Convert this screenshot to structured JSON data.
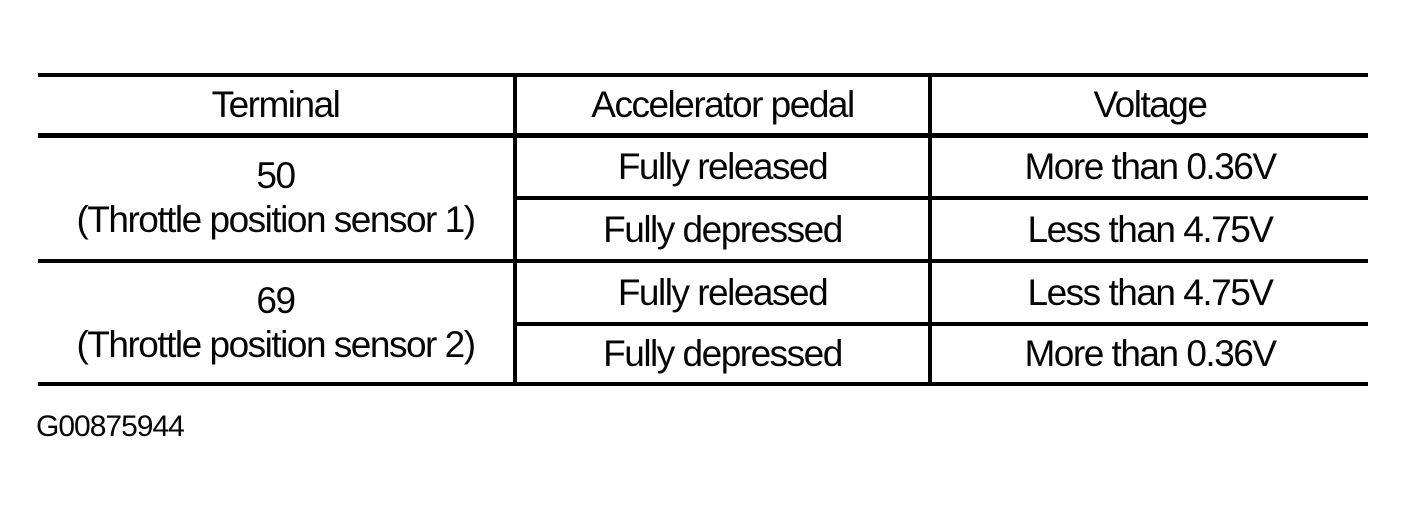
{
  "figure_caption": "G00875944",
  "colors": {
    "ink": "#000000",
    "paper": "#ffffff"
  },
  "table": {
    "headers": [
      "Terminal",
      "Accelerator pedal",
      "Voltage"
    ],
    "groups": [
      {
        "terminal": "50",
        "terminal_note": "(Throttle position sensor 1)",
        "rows": [
          {
            "pedal": "Fully released",
            "voltage": "More than 0.36V"
          },
          {
            "pedal": "Fully depressed",
            "voltage": "Less than 4.75V"
          }
        ]
      },
      {
        "terminal": "69",
        "terminal_note": "(Throttle position sensor 2)",
        "rows": [
          {
            "pedal": "Fully released",
            "voltage": "Less than 4.75V"
          },
          {
            "pedal": "Fully depressed",
            "voltage": "More than 0.36V"
          }
        ]
      }
    ]
  }
}
